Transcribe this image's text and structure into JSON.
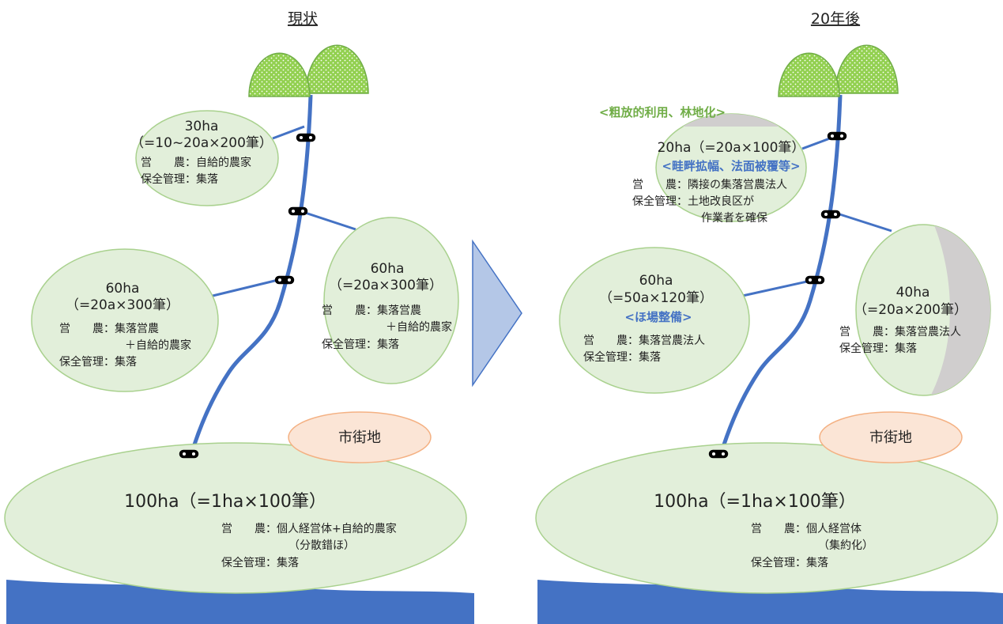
{
  "colors": {
    "parcel_fill": "#e2efda",
    "parcel_stroke": "#a9d18e",
    "abandon_fill": "#d0cece",
    "water": "#4472c4",
    "city_fill": "#fbe5d6",
    "city_stroke": "#f4b183",
    "leaf": "#92d050",
    "arrow_fill": "#b4c7e7",
    "arrow_stroke": "#4472c4",
    "accent_blue": "#4472c4",
    "accent_green": "#70ad47"
  },
  "icons": [
    "sprout-leaf-icon",
    "water-gate-icon",
    "transition-arrow-icon"
  ],
  "left": {
    "heading": "現状",
    "p30": {
      "area": "30ha",
      "detail": "（=10~20a×200筆）",
      "line1": "営　　農：自給的農家",
      "line2": "保全管理：集落"
    },
    "p60a": {
      "area": "60ha",
      "detail": "（=20a×300筆）",
      "line1": "営　　農：集落営農",
      "line2": "＋自給的農家",
      "line3": "保全管理：集落"
    },
    "p60b": {
      "area": "60ha",
      "detail": "（=20a×300筆）",
      "line1": "営　　農：集落営農",
      "line2": "＋自給的農家",
      "line3": "保全管理：集落"
    },
    "city": "市街地",
    "p100": {
      "area": "100ha（=1ha×100筆）",
      "line1": "営　　農：個人経営体+自給的農家",
      "line2": "（分散錯ほ）",
      "line3": "保全管理：集落"
    }
  },
  "right": {
    "heading": "20年後",
    "abandon_note": "<粗放的利用、林地化>",
    "p20": {
      "area": "20ha（=20a×100筆）",
      "note": "<畦畔拡幅、法面被覆等>",
      "line1": "営　　農：隣接の集落営農法人",
      "line2": "保全管理：土地改良区が",
      "line3": "作業者を確保"
    },
    "p60": {
      "area": "60ha",
      "detail": "（=50a×120筆）",
      "note": "<ほ場整備>",
      "line1": "営　　農：集落営農法人",
      "line2": "保全管理：集落"
    },
    "p40": {
      "area": "40ha",
      "detail": "（=20a×200筆）",
      "line1": "営　　農：集落営農法人",
      "line2": "保全管理：集落"
    },
    "city": "市街地",
    "p100": {
      "area": "100ha（=1ha×100筆）",
      "line1": "営　　農：個人経営体",
      "line2": "（集約化）",
      "line3": "保全管理：集落"
    }
  }
}
